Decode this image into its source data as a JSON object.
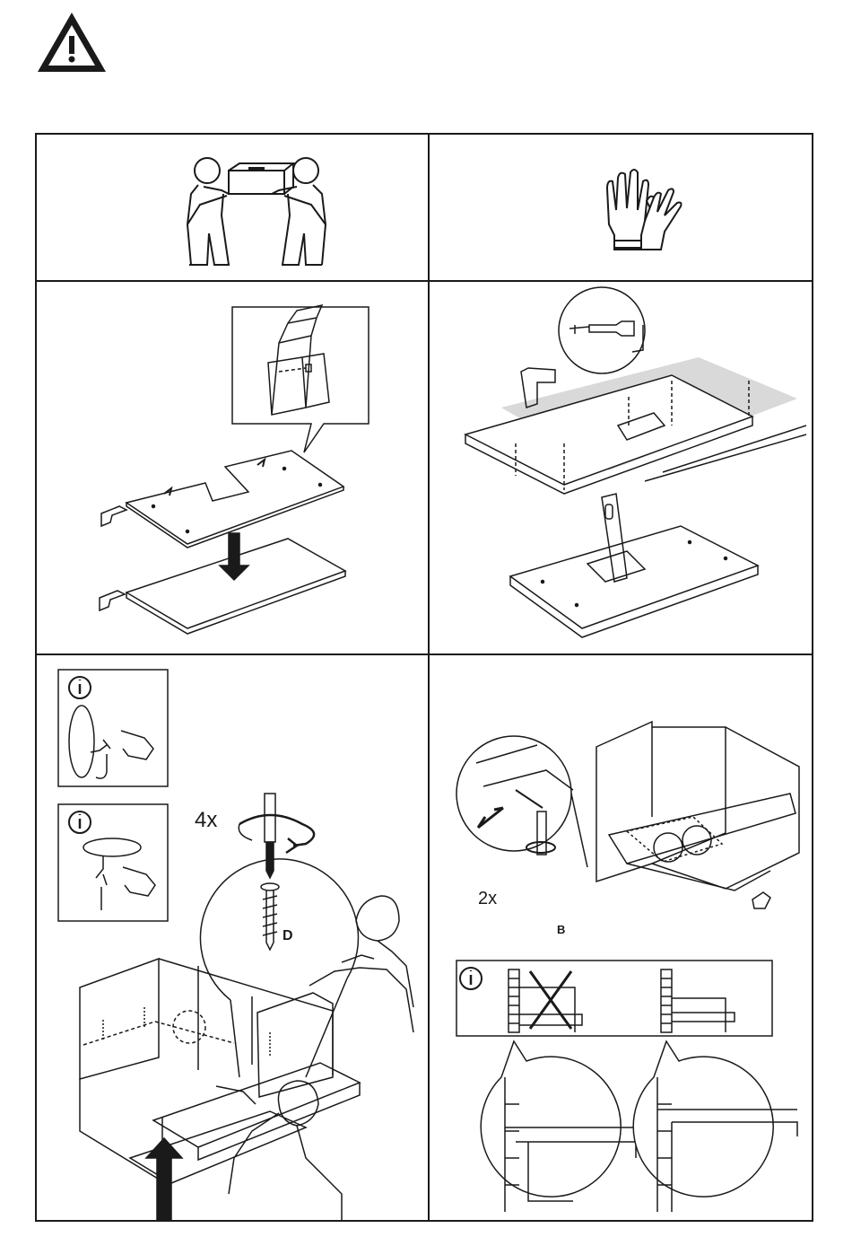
{
  "page": {
    "warning_icon": "warning-triangle-icon"
  },
  "steps": {
    "two_person_lift": {
      "icon": "two-person-lift-icon"
    },
    "gloves": {
      "icon": "gloves-icon"
    },
    "template": {
      "icons": [
        "instruction-booklet-icon",
        "template-sheet-icon",
        "down-arrow-icon",
        "pointing-hand-icon"
      ]
    },
    "cutout": {
      "icons": [
        "drill-icon",
        "saw-icon",
        "board-icon"
      ]
    },
    "mounting": {
      "info_icon": "info-icon",
      "screw_count": "4x",
      "screw_label": "D",
      "icons": [
        "screwdriver-icon",
        "screw-icon",
        "cabinet-icon",
        "person-icon",
        "up-arrow-icon"
      ]
    },
    "fixing": {
      "count": "2x",
      "part_label": "B",
      "info_icon": "info-icon",
      "icons": [
        "cabinet-icon",
        "cross-icon",
        "magnifier-circle-icon"
      ]
    }
  },
  "colors": {
    "line": "#1a1a1a",
    "background": "#ffffff",
    "shade": "#d9d9d9"
  }
}
